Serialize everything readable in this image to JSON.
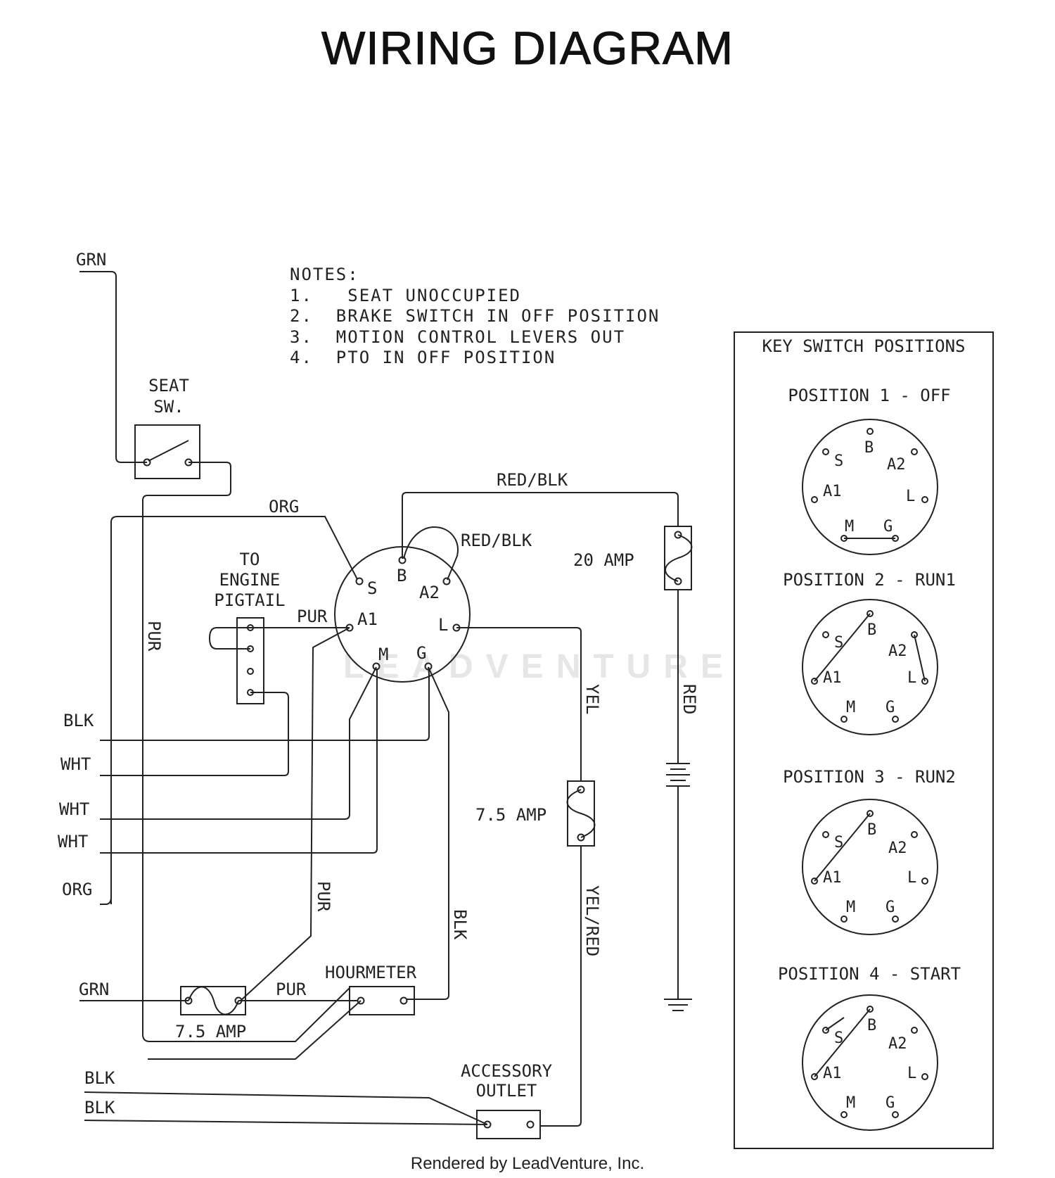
{
  "title": "WIRING DIAGRAM",
  "notes": {
    "heading": "NOTES:",
    "items": [
      "1.   SEAT UNOCCUPIED",
      "2.  BRAKE SWITCH IN OFF POSITION",
      "3.  MOTION CONTROL LEVERS OUT",
      "4.  PTO IN OFF POSITION"
    ]
  },
  "components": {
    "seat_switch": [
      "SEAT",
      "SW."
    ],
    "engine_pigtail": [
      "TO",
      "ENGINE",
      "PIGTAIL"
    ],
    "fuse_20": "20 AMP",
    "fuse_75_right": "7.5 AMP",
    "fuse_75_bottom": "7.5 AMP",
    "hourmeter": "HOURMETER",
    "accessory": [
      "ACCESSORY",
      "OUTLET"
    ]
  },
  "key_switch_terminals": {
    "s": "S",
    "b": "B",
    "a2": "A2",
    "a1": "A1",
    "l": "L",
    "m": "M",
    "g": "G"
  },
  "wires": {
    "grn_top": "GRN",
    "org_top": "ORG",
    "red_blk_top": "RED/BLK",
    "red_blk_loop": "RED/BLK",
    "pur_left": "PUR",
    "pur_a1": "PUR",
    "blk_left": "BLK",
    "wht_1": "WHT",
    "wht_2": "WHT",
    "wht_3": "WHT",
    "org_left": "ORG",
    "pur_mid": "PUR",
    "blk_mid": "BLK",
    "yel": "YEL",
    "red": "RED",
    "yel_red": "YEL/RED",
    "grn_bottom": "GRN",
    "pur_bottom": "PUR",
    "blk_b1": "BLK",
    "blk_b2": "BLK"
  },
  "key_positions": {
    "heading": "KEY SWITCH POSITIONS",
    "positions": [
      "POSITION 1 - OFF",
      "POSITION 2 - RUN1",
      "POSITION 3 - RUN2",
      "POSITION 4 - START"
    ]
  },
  "watermark": "LEADVENTURE",
  "footer": "Rendered by LeadVenture, Inc."
}
